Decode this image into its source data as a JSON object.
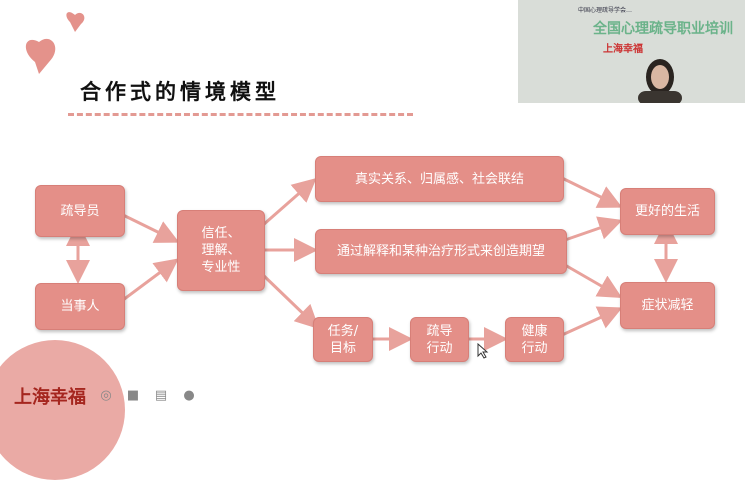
{
  "slide": {
    "title": "合作式的情境模型",
    "boxes": {
      "counselor": "疏导员",
      "client": "当事人",
      "trust": "信任、\n理解、\n专业性",
      "relation": "真实关系、归属感、社会联结",
      "explain": "通过解释和某种治疗形式来创造期望",
      "task": "任务/\n目标",
      "guide_action": "疏导\n行动",
      "health_action": "健康\n行动",
      "better_life": "更好的生活",
      "symptom": "症状减轻"
    }
  },
  "video": {
    "banner_small": "中国心理疏导学会…",
    "banner": "全国心理疏导职业培训",
    "brand": "上海幸福"
  },
  "toolbar": {
    "logo": "上海幸福"
  },
  "colors": {
    "box": "#e48f88",
    "arrow": "#e8a29c"
  }
}
